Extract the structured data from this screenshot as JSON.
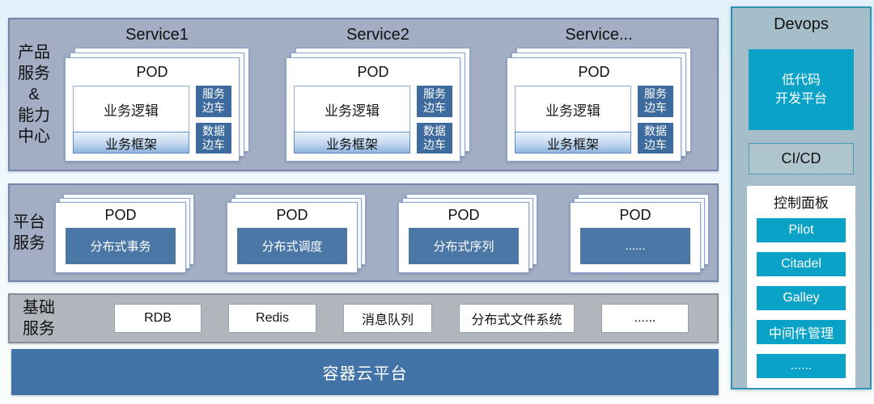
{
  "colors": {
    "section_bg": "#a3aec5",
    "section_border": "#7385a8",
    "infra_bg": "#b1b5bc",
    "card_border": "#85a5cf",
    "sidecar_blue": "#3e6b9e",
    "platform_box_blue": "#4a77a6",
    "cloud_bar_blue": "#4173a6",
    "cyan_accent": "#0aa2c7",
    "devops_panel_bg": "#a6bec9",
    "devops_border": "#2f93b5"
  },
  "product_section": {
    "side_label": "产品\n服务\n&\n能力\n中心",
    "services": [
      {
        "title": "Service1",
        "pod_title": "POD",
        "logic_label": "业务逻辑",
        "framework_label": "业务框架",
        "sidecar_top": "服务\n边车",
        "sidecar_bottom": "数据\n边车"
      },
      {
        "title": "Service2",
        "pod_title": "POD",
        "logic_label": "业务逻辑",
        "framework_label": "业务框架",
        "sidecar_top": "服务\n边车",
        "sidecar_bottom": "数据\n边车"
      },
      {
        "title": "Service...",
        "pod_title": "POD",
        "logic_label": "业务逻辑",
        "framework_label": "业务框架",
        "sidecar_top": "服务\n边车",
        "sidecar_bottom": "数据\n边车"
      }
    ]
  },
  "platform_section": {
    "side_label": "平台\n服务",
    "pods": [
      {
        "pod_title": "POD",
        "label": "分布式事务"
      },
      {
        "pod_title": "POD",
        "label": "分布式调度"
      },
      {
        "pod_title": "POD",
        "label": "分布式序列"
      },
      {
        "pod_title": "POD",
        "label": "......"
      }
    ]
  },
  "infra_section": {
    "side_label": "基础\n服务",
    "items": [
      {
        "label": "RDB"
      },
      {
        "label": "Redis"
      },
      {
        "label": "消息队列"
      },
      {
        "label": "分布式文件系统"
      },
      {
        "label": "......"
      }
    ]
  },
  "cloud_bar": {
    "label": "容器云平台"
  },
  "devops": {
    "title": "Devops",
    "lowcode_label": "低代码\n开发平台",
    "cicd_label": "CI/CD",
    "control_panel": {
      "title": "控制面板",
      "items": [
        {
          "label": "Pilot"
        },
        {
          "label": "Citadel"
        },
        {
          "label": "Galley"
        },
        {
          "label": "中间件管理"
        },
        {
          "label": "......"
        }
      ]
    }
  }
}
